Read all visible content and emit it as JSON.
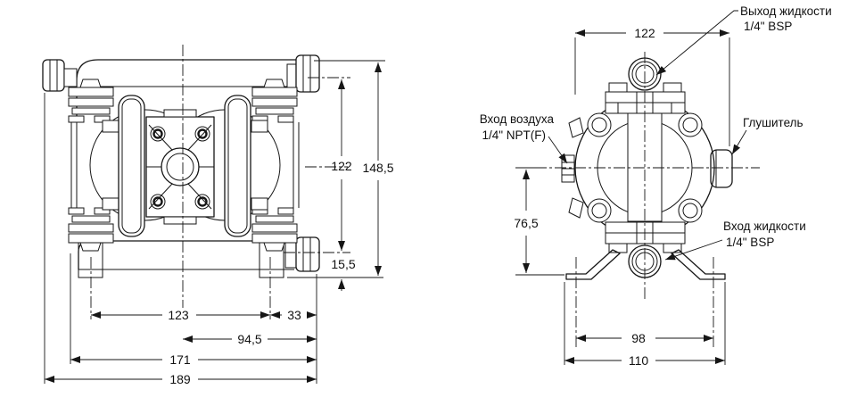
{
  "front_view": {
    "dims": {
      "port_centers_height": "122",
      "overall_height": "148,5",
      "inlet_center_to_base": "15,5",
      "feet_spacing": "123",
      "foot_to_port_edge": "33",
      "center_to_port_edge": "94,5",
      "width_over_feet": "171",
      "overall_width": "189"
    }
  },
  "side_view": {
    "dims": {
      "overall_width": "122",
      "center_to_base": "76,5",
      "feet_hole_spacing": "98",
      "feet_overall_width": "110"
    },
    "labels": {
      "outlet_l1": "Выход жидкости",
      "outlet_l2": "1/4\" BSP",
      "air_l1": "Вход воздуха",
      "air_l2": "1/4\" NPT(F)",
      "muffler": "Глушитель",
      "inlet_l1": "Вход жидкости",
      "inlet_l2": "1/4\" BSP"
    }
  },
  "colors": {
    "line": "#161616",
    "background": "#ffffff"
  }
}
